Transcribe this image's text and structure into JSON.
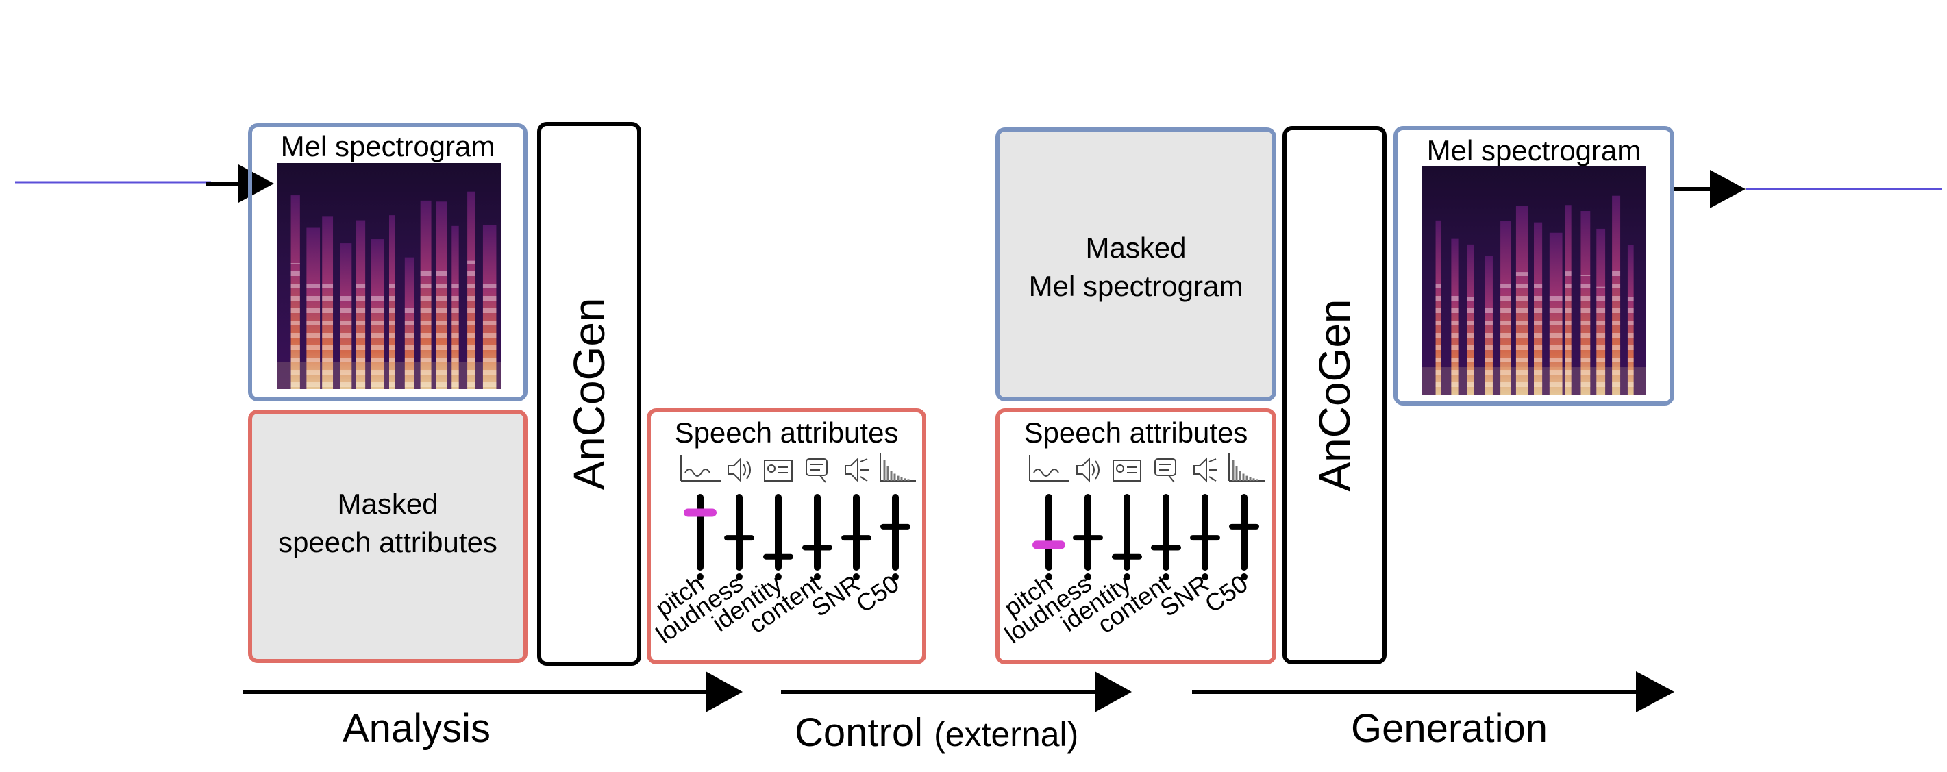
{
  "colors": {
    "blue_border": "#7a93c0",
    "red_border": "#e06e66",
    "gray_fill": "#e6e6e6",
    "wave": "#5b4fd8",
    "slider_highlight": "#d63fd6"
  },
  "analysis": {
    "mel_title": "Mel spectrogram",
    "masked_attr_line1": "Masked",
    "masked_attr_line2": "speech attributes",
    "model": "AnCoGen"
  },
  "control": {
    "title": "Speech attributes",
    "labels": [
      "pitch",
      "loudness",
      "identity",
      "content",
      "SNR",
      "C50"
    ],
    "icons": [
      "pitch-contour-icon",
      "speaker-volume-icon",
      "id-card-icon",
      "speech-bubble-icon",
      "noise-speaker-icon",
      "reverb-decay-icon"
    ],
    "levels": [
      0.78,
      0.42,
      0.15,
      0.28,
      0.42,
      0.58
    ]
  },
  "control_external": {
    "title": "Speech attributes",
    "labels": [
      "pitch",
      "loudness",
      "identity",
      "content",
      "SNR",
      "C50"
    ],
    "levels": [
      0.32,
      0.42,
      0.15,
      0.28,
      0.42,
      0.58
    ]
  },
  "generation": {
    "masked_mel_line1": "Masked",
    "masked_mel_line2": "Mel spectrogram",
    "model": "AnCoGen",
    "mel_title": "Mel spectrogram"
  },
  "stages": {
    "analysis": "Analysis",
    "control": "Control",
    "control_note": "(external)",
    "generation": "Generation"
  }
}
